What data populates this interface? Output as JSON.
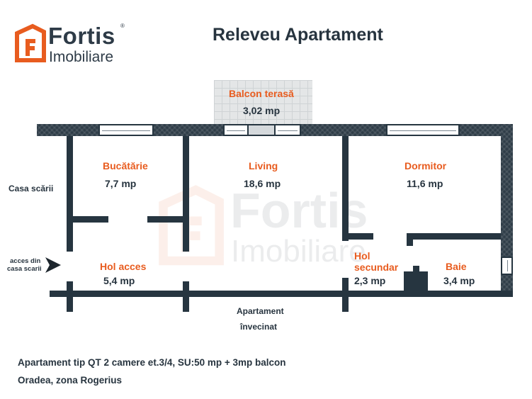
{
  "brand": {
    "name": "Fortis",
    "sub": "Imobiliare",
    "reg": "®",
    "accent": "#e85c1f",
    "dark": "#2e3b47"
  },
  "title": "Releveu Apartament",
  "rooms": {
    "balcon": {
      "name": "Balcon terasă",
      "area": "3,02 mp"
    },
    "bucatarie": {
      "name": "Bucătărie",
      "area": "7,7 mp"
    },
    "living": {
      "name": "Living",
      "area": "18,6 mp"
    },
    "dormitor": {
      "name": "Dormitor",
      "area": "11,6 mp"
    },
    "hol_acces": {
      "name": "Hol acces",
      "area": "5,4 mp"
    },
    "hol_secundar": {
      "name": "Hol secundar",
      "area": "2,3 mp"
    },
    "baie": {
      "name": "Baie",
      "area": "3,4 mp"
    }
  },
  "labels": {
    "casa_scarii": "Casa scării",
    "acces_line1": "acces din",
    "acces_line2": "casa scarii",
    "vecin_line1": "Apartament",
    "vecin_line2": "învecinat"
  },
  "footer": {
    "line1": "Apartament tip QT 2 camere et.3/4, SU:50 mp + 3mp balcon",
    "line2": "Oradea, zona Rogerius"
  }
}
